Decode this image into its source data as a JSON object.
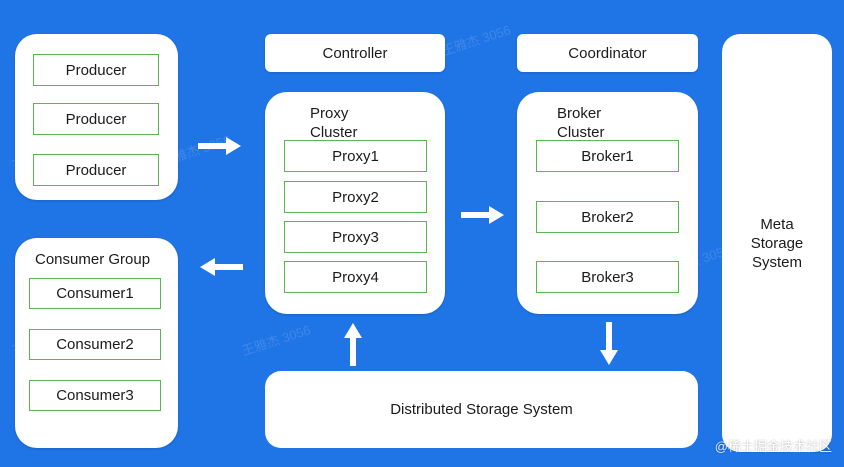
{
  "producers": [
    "Producer",
    "Producer",
    "Producer"
  ],
  "consumer_group": {
    "title": "Consumer Group",
    "consumers": [
      "Consumer1",
      "Consumer2",
      "Consumer3"
    ]
  },
  "controller": "Controller",
  "coordinator": "Coordinator",
  "proxy_cluster": {
    "title": "Proxy\nCluster",
    "proxies": [
      "Proxy1",
      "Proxy2",
      "Proxy3",
      "Proxy4"
    ]
  },
  "broker_cluster": {
    "title": "Broker\nCluster",
    "brokers": [
      "Broker1",
      "Broker2",
      "Broker3"
    ]
  },
  "meta_storage": "Meta\nStorage\nSystem",
  "distributed_storage": "Distributed Storage System",
  "footer_credit": "@稀土掘金技术社区",
  "watermark": "王雅杰 3056",
  "colors": {
    "background": "#1f74e6",
    "panel": "#ffffff",
    "node_border": "#58b84f"
  }
}
